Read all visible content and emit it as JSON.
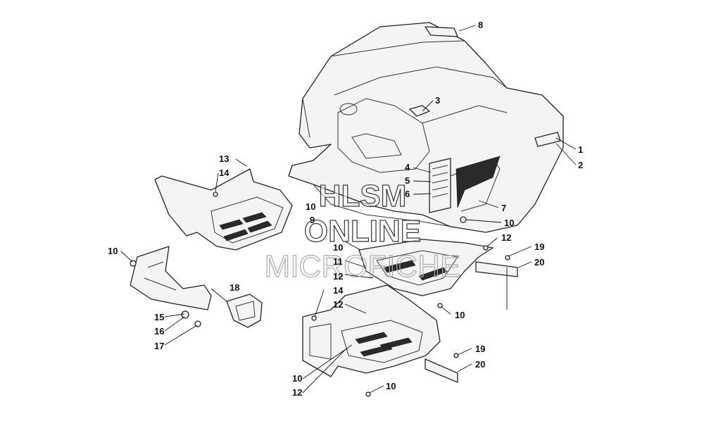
{
  "watermark": {
    "line1": "HLSM",
    "line2": "ONLINE",
    "line3": "MICROFICHE"
  },
  "callouts": [
    "8",
    "3",
    "1",
    "2",
    "4",
    "5",
    "6",
    "7",
    "10",
    "13",
    "14",
    "10",
    "9",
    "10",
    "11",
    "12",
    "12",
    "19",
    "20",
    "10",
    "18",
    "14",
    "12",
    "10",
    "15",
    "16",
    "17",
    "19",
    "20",
    "10",
    "12",
    "10"
  ]
}
